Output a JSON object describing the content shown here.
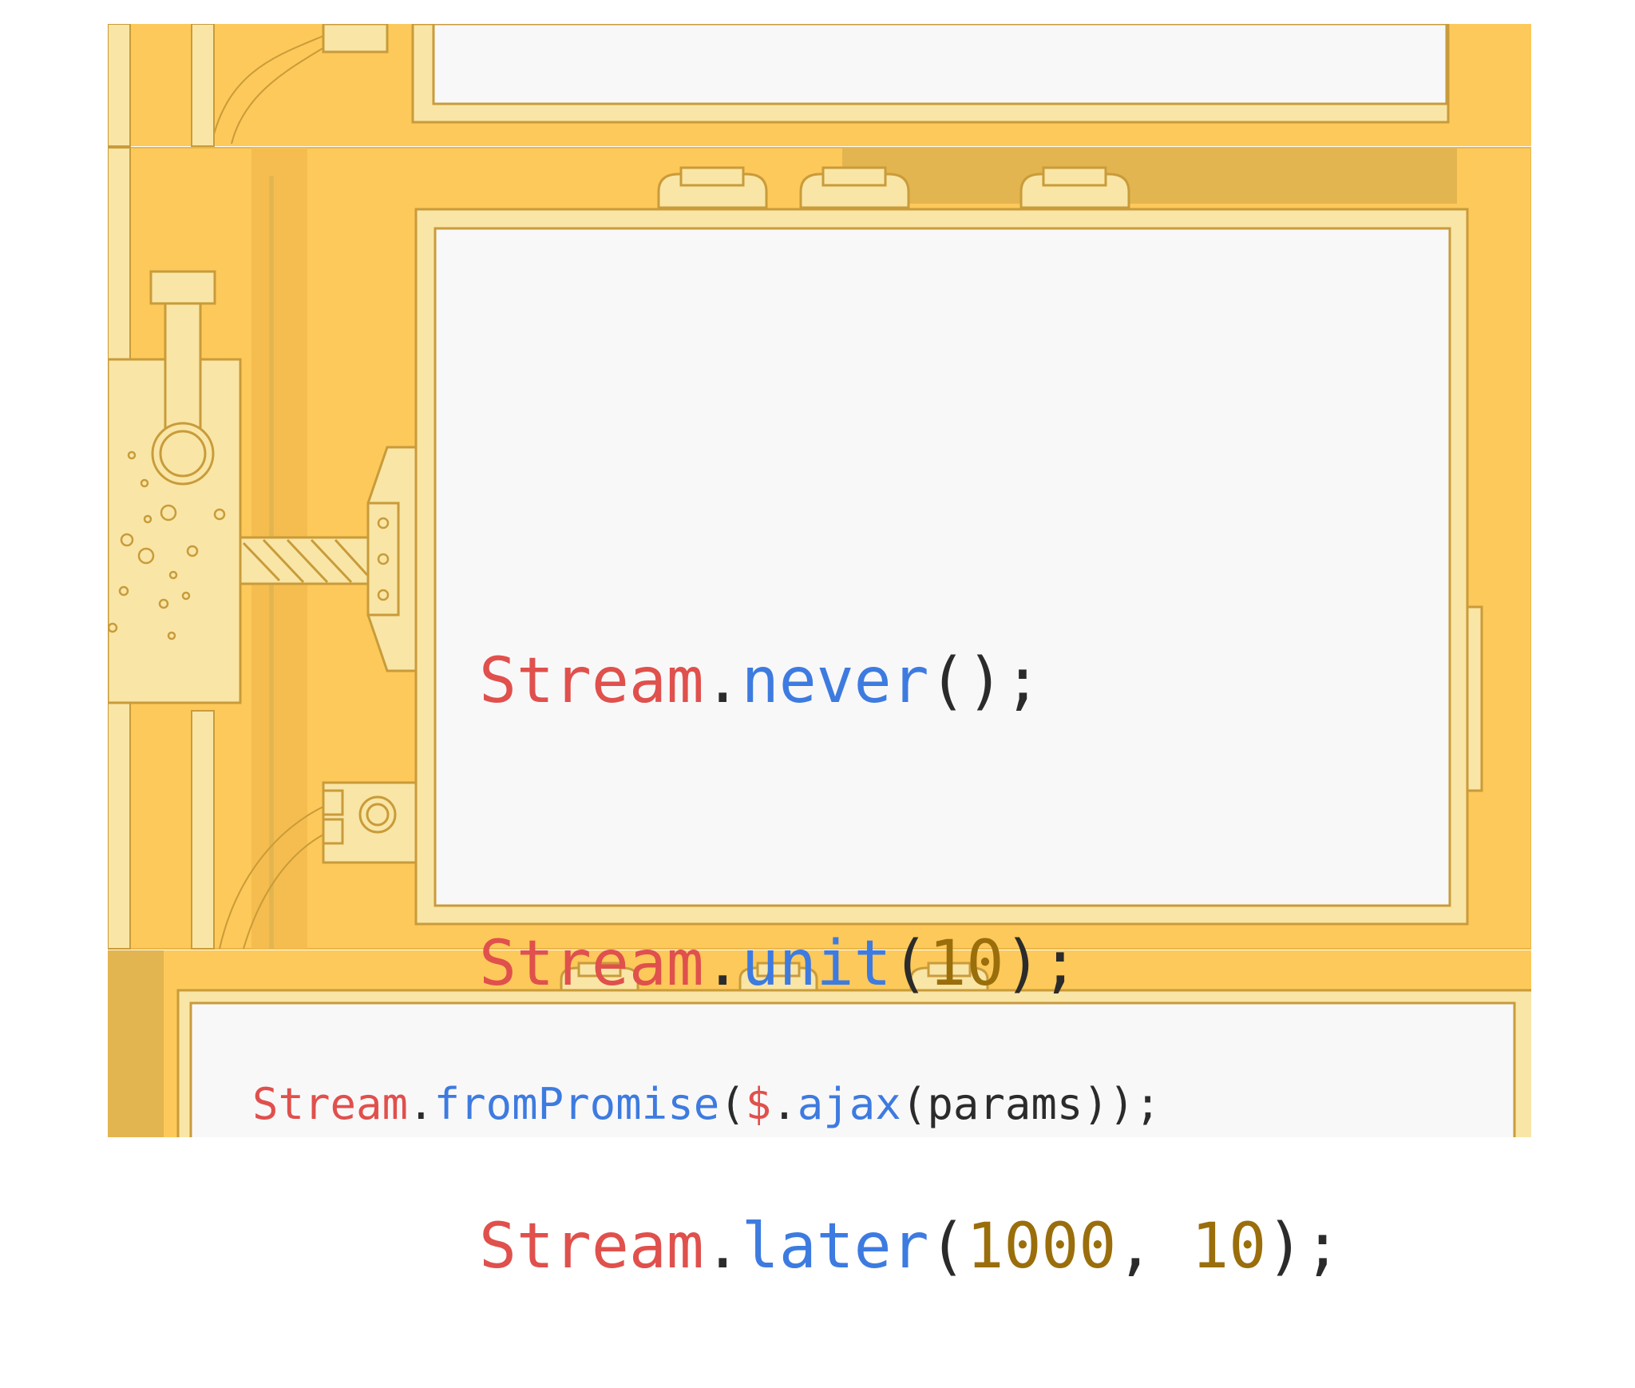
{
  "colors": {
    "class": "#e0504c",
    "method": "#3d7be0",
    "number": "#9a6e0b",
    "punct": "#2b2b2b",
    "background_yellow": "#fdc95a",
    "frame_light": "#f9e6a6",
    "screen": "#f9f8f9",
    "line": "#c99b3a"
  },
  "code_main": {
    "line1": {
      "cls": "Stream",
      "dot": ".",
      "method": "never",
      "args_open": "(",
      "args_close": ");"
    },
    "line2": {
      "cls": "Stream",
      "dot": ".",
      "method": "unit",
      "args_open": "(",
      "num": "10",
      "args_close": ");"
    },
    "line3": {
      "cls": "Stream",
      "dot": ".",
      "method": "later",
      "args_open": "(",
      "num1": "1000",
      "sep": ", ",
      "num2": "10",
      "args_close": ");"
    }
  },
  "code_bottom": {
    "cls": "Stream",
    "dot": ".",
    "method": "fromPromise",
    "open": "(",
    "sym": "$",
    "dot2": ".",
    "method2": "ajax",
    "open2": "(",
    "arg": "params",
    "close": "));"
  }
}
